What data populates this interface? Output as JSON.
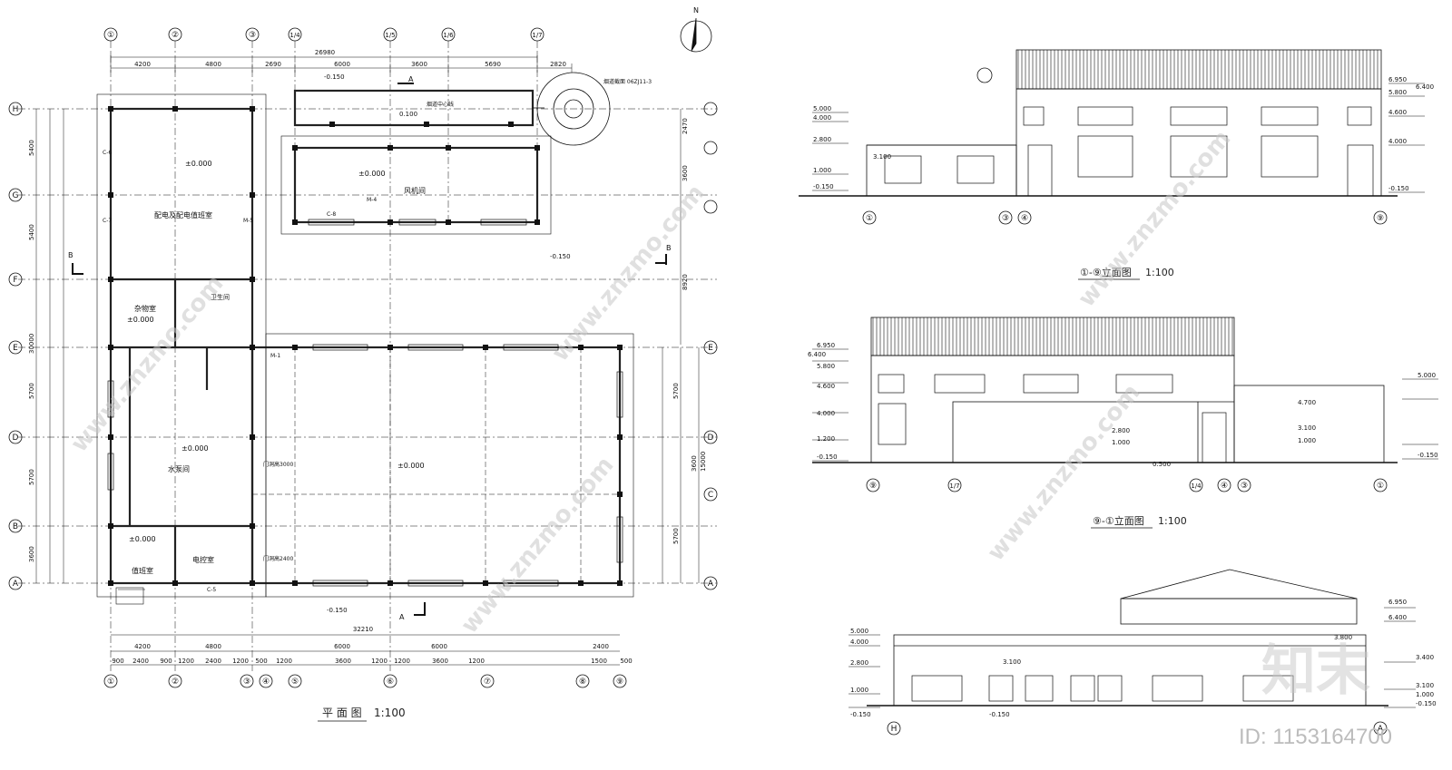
{
  "plan": {
    "caption": "平 面 图",
    "scale": "1:100",
    "north": "N",
    "col_labels": [
      "①",
      "②",
      "③",
      "1/4",
      "1/5",
      "1/6",
      "1/7"
    ],
    "col_labels_bottom": [
      "①",
      "②",
      "③",
      "④",
      "⑤",
      "⑥",
      "⑦",
      "⑧",
      "⑨"
    ],
    "row_labels": [
      "H",
      "G",
      "F",
      "E",
      "D",
      "B",
      "A"
    ],
    "row_labels_right": [
      "E",
      "D",
      "C",
      "A"
    ],
    "top_overall_dim": "26980",
    "top_dims": [
      "4200",
      "4800",
      "2690",
      "6000",
      "3600",
      "5690",
      "2820"
    ],
    "bottom_overall_dim": "32210",
    "bottom_dims_1": [
      "4200",
      "4800",
      "6000",
      "6000",
      "2400"
    ],
    "bottom_dims_2": [
      "900",
      "2400",
      "900",
      "1200",
      "2400",
      "1200",
      "500",
      "1200",
      "3600",
      "1200",
      "1200",
      "3600",
      "1200",
      "1500",
      "500"
    ],
    "left_overall_dim": "30000",
    "left_dims": [
      "5400",
      "5400",
      "5700",
      "5700",
      "3600"
    ],
    "right_dims": [
      "2470",
      "3600",
      "8920",
      "5700",
      "3600",
      "5700",
      "15000"
    ],
    "rooms": {
      "dist_room": "配电及配电值班室",
      "dist_level": "±0.000",
      "fan_room": "风机间",
      "fan_level": "±0.000",
      "storage": "杂物室",
      "storage_level": "±0.000",
      "toilet": "卫生间",
      "pump_room": "水泵间",
      "pump_level": "±0.000",
      "duty_room": "值班室",
      "duty_level": "±0.000",
      "control_room": "电控室",
      "main_hall_level": "±0.000",
      "outside_level_1": "-0.150",
      "outside_level_2": "-0.150",
      "outside_level_3": "-0.150",
      "canal_level": "0.100",
      "canal_label": "烟道中心线",
      "chimney_note": "烟道截面 06ZJ11-3",
      "door_m1": "M-1",
      "door_m4": "M-4",
      "door_m5": "M-5",
      "window_c5": "C-5",
      "window_c6": "C-6",
      "window_c7": "C-7",
      "window_c8": "C-8",
      "section_a": "A",
      "section_b": "B",
      "gate_1": "门洞高3000",
      "gate_2": "门洞高2400"
    }
  },
  "elev_1": {
    "caption": "①-⑨立面图",
    "scale": "1:100",
    "axes": [
      "①",
      "③",
      "④",
      "⑨"
    ],
    "levels_left": [
      "5.000",
      "4.000",
      "2.800",
      "1.000",
      "-0.150"
    ],
    "levels_right": [
      "6.950",
      "6.400",
      "5.800",
      "4.600",
      "4.000",
      "-0.150"
    ],
    "extra": "3.100"
  },
  "elev_2": {
    "caption": "⑨-①立面图",
    "scale": "1:100",
    "axes": [
      "⑨",
      "1/7",
      "1/4",
      "④",
      "③",
      "①"
    ],
    "levels_left": [
      "6.950",
      "6.400",
      "5.800",
      "4.600",
      "4.000",
      "1.200",
      "-0.150"
    ],
    "levels_right": [
      "5.000",
      "4.700",
      "3.100",
      "1.000",
      "-0.150"
    ],
    "extra": [
      "2.800",
      "1.000",
      "0.500"
    ]
  },
  "elev_3": {
    "axes": [
      "H",
      "A"
    ],
    "levels_left": [
      "5.000",
      "4.000",
      "2.800",
      "1.000",
      "-0.150"
    ],
    "levels_right": [
      "6.950",
      "6.400",
      "3.800",
      "3.400",
      "3.100",
      "1.000",
      "-0.150"
    ],
    "extra": [
      "3.100",
      "-0.150"
    ]
  },
  "watermark": {
    "text": "www.znzmo.com",
    "logo_text": "知末",
    "id_text": "ID: 1153164700"
  },
  "colors": {
    "line": "#111111",
    "watermark": "#c8c8c8",
    "wall": "#222222"
  }
}
